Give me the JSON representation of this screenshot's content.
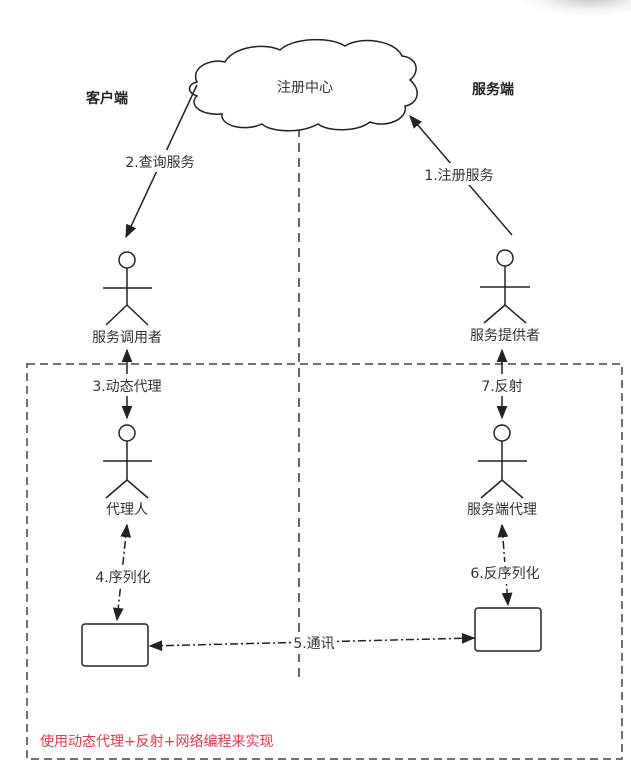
{
  "diagram": {
    "type": "rpc-architecture",
    "registry": {
      "label": "注册中心"
    },
    "sides": {
      "client": "客户端",
      "server": "服务端"
    },
    "actors": {
      "consumer": "服务调用者",
      "provider": "服务提供者",
      "client_proxy": "代理人",
      "server_proxy": "服务端代理"
    },
    "steps": {
      "register": "1.注册服务",
      "query": "2.查询服务",
      "dynamic_proxy": "3.动态代理",
      "serialize": "4.序列化",
      "communicate": "5.通讯",
      "deserialize": "6.反序列化",
      "reflect": "7.反射"
    },
    "note": "使用动态代理+反射+网络编程来实现",
    "colors": {
      "stroke": "#222222",
      "text": "#333333",
      "note": "#e8394a"
    }
  }
}
